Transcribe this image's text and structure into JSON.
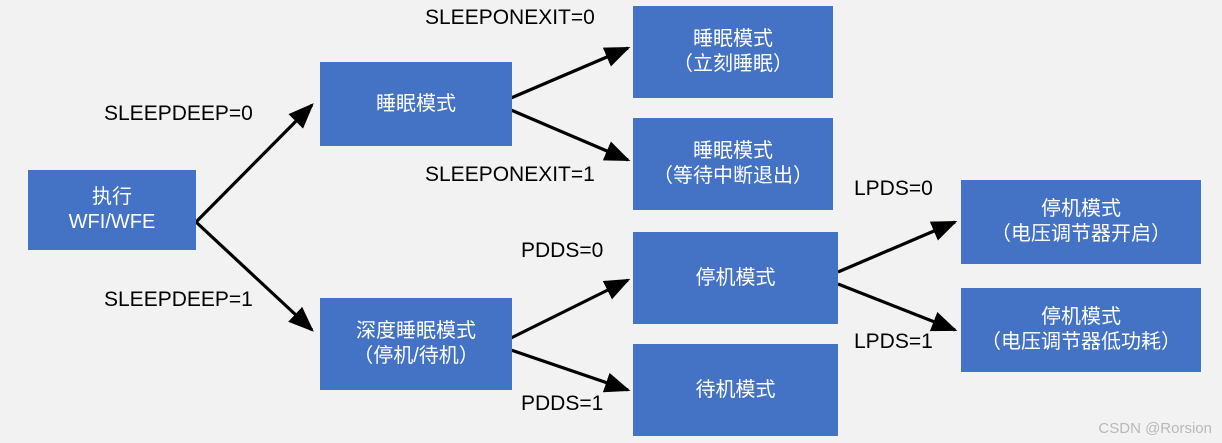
{
  "diagram": {
    "type": "flowchart",
    "background": "#f2f2f2",
    "node_color": "#4472c4",
    "node_text_color": "#ffffff",
    "nodes": [
      {
        "id": "exec",
        "lines": [
          "执行",
          "WFI/WFE"
        ]
      },
      {
        "id": "sleep",
        "lines": [
          "睡眠模式"
        ]
      },
      {
        "id": "sleep_now",
        "lines": [
          "睡眠模式",
          "（立刻睡眠）"
        ]
      },
      {
        "id": "sleep_exit",
        "lines": [
          "睡眠模式",
          "（等待中断退出）"
        ]
      },
      {
        "id": "deepsleep",
        "lines": [
          "深度睡眠模式",
          "（停机/待机）"
        ]
      },
      {
        "id": "stop",
        "lines": [
          "停机模式"
        ]
      },
      {
        "id": "standby",
        "lines": [
          "待机模式"
        ]
      },
      {
        "id": "stop_reg_on",
        "lines": [
          "停机模式",
          "（电压调节器开启）"
        ]
      },
      {
        "id": "stop_reg_lp",
        "lines": [
          "停机模式",
          "（电压调节器低功耗）"
        ]
      }
    ],
    "edge_labels": [
      {
        "id": "sleepdeep0",
        "text": "SLEEPDEEP=0"
      },
      {
        "id": "sleepdeep1",
        "text": "SLEEPDEEP=1"
      },
      {
        "id": "sleeponexit0",
        "text": "SLEEPONEXIT=0"
      },
      {
        "id": "sleeponexit1",
        "text": "SLEEPONEXIT=1"
      },
      {
        "id": "pdds0",
        "text": "PDDS=0"
      },
      {
        "id": "pdds1",
        "text": "PDDS=1"
      },
      {
        "id": "lpds0",
        "text": "LPDS=0"
      },
      {
        "id": "lpds1",
        "text": "LPDS=1"
      }
    ],
    "watermark": "CSDN @Rorsion"
  }
}
